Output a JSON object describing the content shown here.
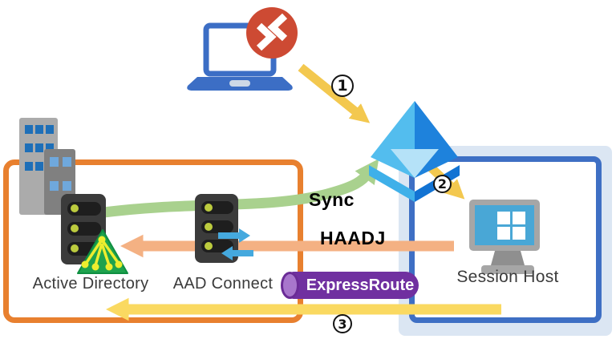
{
  "diagram": {
    "steps": {
      "step1": "1",
      "step2": "2",
      "step3": "3"
    },
    "labels": {
      "sync": "Sync",
      "haadj": "HAADJ",
      "expressroute": "ExpressRoute"
    },
    "nodes": {
      "active_directory": "Active Directory",
      "aad_connect": "AAD Connect",
      "session_host": "Session Host"
    },
    "colors": {
      "orange_box_border": "#E8802F",
      "blue_box_border": "#3E6FC4",
      "light_blue_background": "#DBE6F3",
      "yellow_arrow": "#F3C84F",
      "yellow_arrow_light": "#FAD961",
      "green_sync_arrow": "#A9D18E",
      "salmon_haadj_arrow": "#F4B183",
      "expressroute_purple": "#7030A0",
      "avd_red": "#CD4A33",
      "laptop_blue": "#3C6EC5",
      "azure_ad_blue": "#1E82DC",
      "ad_triangle_green": "#1EA24D"
    }
  }
}
